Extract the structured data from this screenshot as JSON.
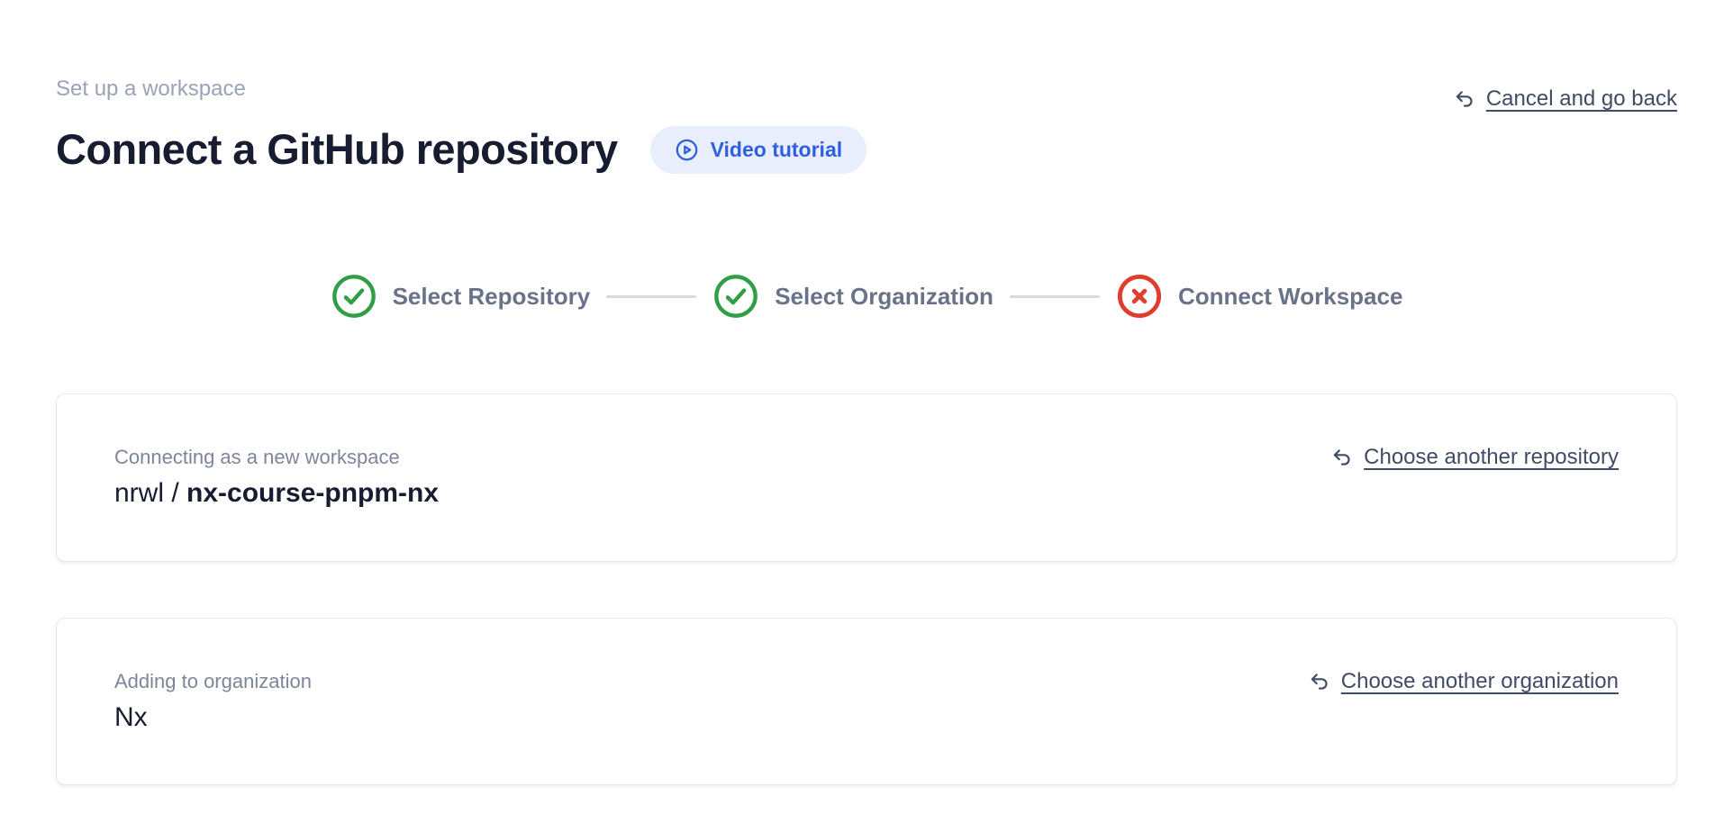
{
  "page": {
    "subtitle": "Set up a workspace",
    "title": "Connect a GitHub repository",
    "video_tutorial_label": "Video tutorial",
    "cancel_link": "Cancel and go back"
  },
  "stepper": {
    "steps": [
      {
        "label": "Select Repository",
        "status": "complete"
      },
      {
        "label": "Select Organization",
        "status": "complete"
      },
      {
        "label": "Connect Workspace",
        "status": "error"
      }
    ]
  },
  "cards": {
    "repository": {
      "label": "Connecting as a new workspace",
      "owner": "nrwl /",
      "repo": "nx-course-pnpm-nx",
      "change_link": "Choose another repository"
    },
    "organization": {
      "label": "Adding to organization",
      "name": "Nx",
      "change_link": "Choose another organization"
    }
  },
  "colors": {
    "accent_blue": "#2f5fe0",
    "pill_background": "#e9eefc",
    "success_green": "#2f9e44",
    "error_red": "#df3e2e",
    "connector_gray": "#d5d9e3"
  }
}
